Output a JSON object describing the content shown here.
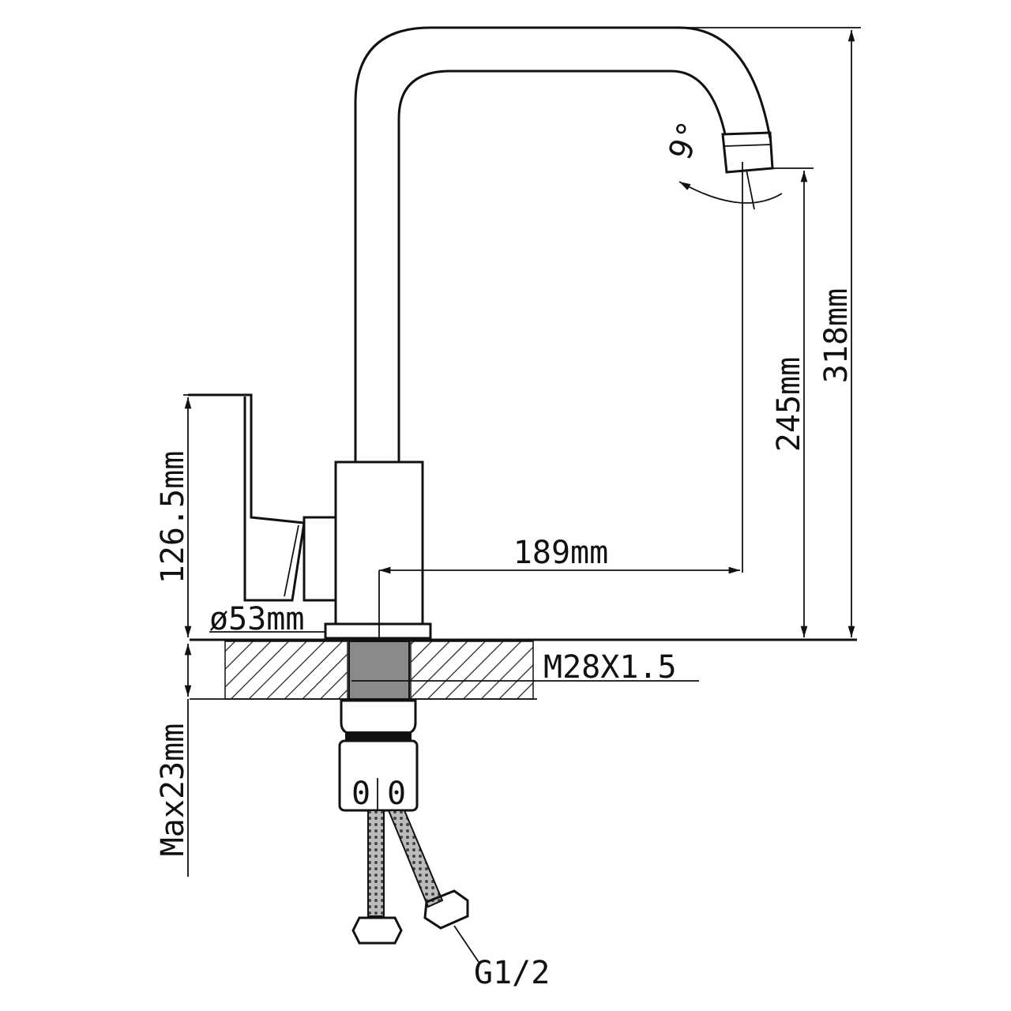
{
  "drawing": {
    "dimensions": {
      "total_height": "318mm",
      "spout_height": "245mm",
      "spout_reach": "189mm",
      "handle_height": "126.5mm",
      "base_diameter": "ø53mm",
      "thread": "M28X1.5",
      "max_counter_thickness": "Max23mm",
      "hose_connection": "G1/2",
      "nozzle_angle": "9°"
    },
    "colors": {
      "line": "#111111",
      "shank_fill": "#8a8a8a",
      "background": "#ffffff"
    }
  }
}
